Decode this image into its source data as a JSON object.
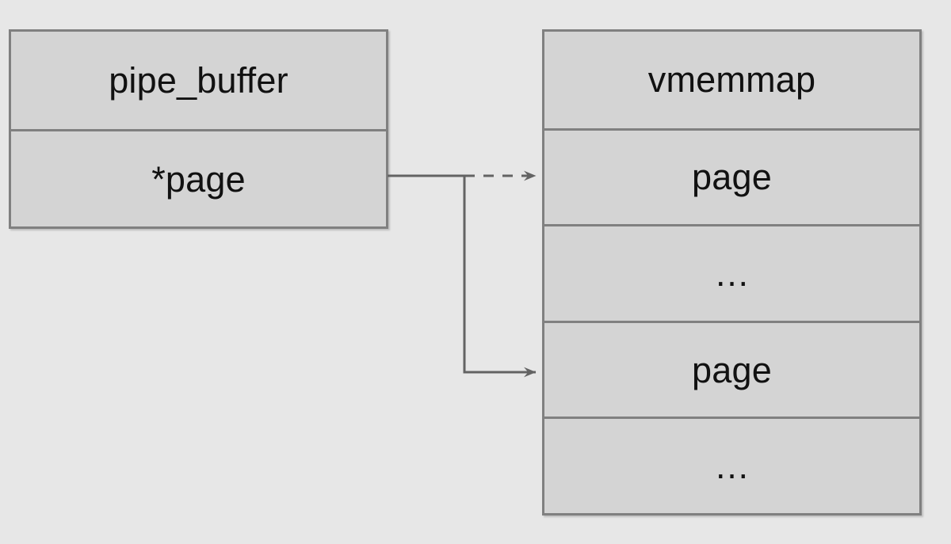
{
  "diagram": {
    "title": "pipe_buffer page pointer into vmemmap",
    "background_color": "#e7e7e7",
    "box_fill_color": "#d4d4d4",
    "border_color": "#808080",
    "text_color": "#111111",
    "connector_color": "#636363"
  },
  "pipe_buffer_struct": {
    "name": "pipe_buffer",
    "rows": [
      {
        "label": "pipe_buffer",
        "kind": "header"
      },
      {
        "label": "*page",
        "kind": "field"
      }
    ]
  },
  "vmemmap_struct": {
    "name": "vmemmap",
    "rows": [
      {
        "label": "vmemmap",
        "kind": "header"
      },
      {
        "label": "page",
        "kind": "entry"
      },
      {
        "label": "…",
        "kind": "ellipsis"
      },
      {
        "label": "page",
        "kind": "entry"
      },
      {
        "label": "…",
        "kind": "ellipsis"
      }
    ]
  },
  "connectors": [
    {
      "name": "page-pointer-dashed",
      "from": "*page",
      "to": "vmemmap.page[0]",
      "style": "dashed",
      "arrowhead": "open"
    },
    {
      "name": "page-pointer-solid",
      "from": "*page",
      "to": "vmemmap.page[1]",
      "style": "solid",
      "arrowhead": "open"
    }
  ]
}
